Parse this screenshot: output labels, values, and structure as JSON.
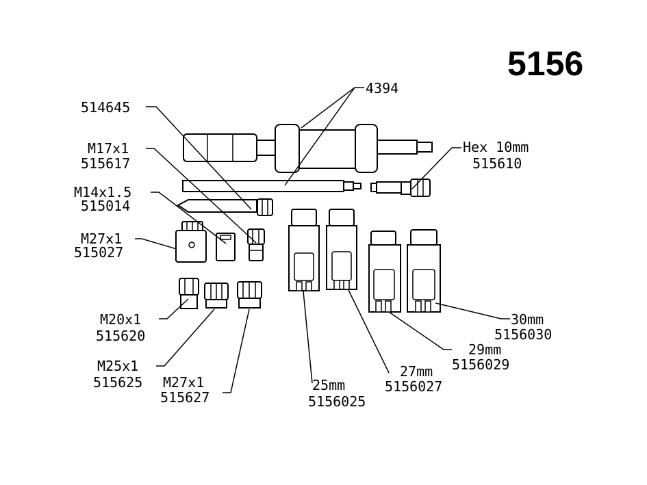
{
  "title": "5156",
  "labels": {
    "slide_hammer": "4394",
    "rod": "514645",
    "adapter_m17_thread": "M17x1",
    "adapter_m17_part": "515617",
    "adapter_m14_thread": "M14x1.5",
    "adapter_m14_part": "515014",
    "adapter_m27_block_thread": "M27x1",
    "adapter_m27_block_part": "515027",
    "hex_size": "Hex 10mm",
    "hex_part": "515610",
    "adapter_m20_thread": "M20x1",
    "adapter_m20_part": "515620",
    "adapter_m25_thread": "M25x1",
    "adapter_m25_part": "515625",
    "adapter_m27_thread": "M27x1",
    "adapter_m27_part": "515627",
    "socket_25_size": "25mm",
    "socket_25_part": "5156025",
    "socket_27_size": "27mm",
    "socket_27_part": "5156027",
    "socket_29_size": "29mm",
    "socket_29_part": "5156029",
    "socket_30_size": "30mm",
    "socket_30_part": "5156030"
  }
}
